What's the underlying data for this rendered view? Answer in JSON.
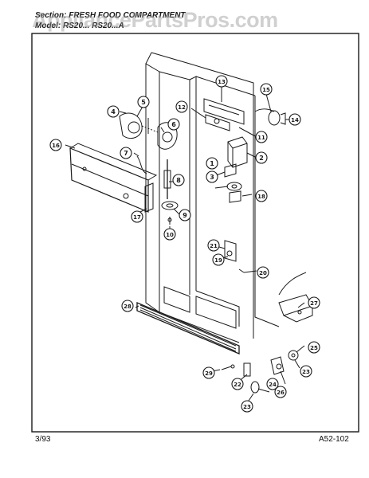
{
  "header": {
    "section_line": "Section: FRESH FOOD COMPARTMENT",
    "model_line": "Model: RS20...  RS20...A"
  },
  "watermark": "AppliancePartsPros.com",
  "footer": {
    "date": "3/93",
    "code": "A52-102"
  },
  "callouts": [
    {
      "num": "1"
    },
    {
      "num": "2"
    },
    {
      "num": "3"
    },
    {
      "num": "4"
    },
    {
      "num": "5"
    },
    {
      "num": "6"
    },
    {
      "num": "7"
    },
    {
      "num": "8"
    },
    {
      "num": "9"
    },
    {
      "num": "10"
    },
    {
      "num": "11"
    },
    {
      "num": "12"
    },
    {
      "num": "13"
    },
    {
      "num": "14"
    },
    {
      "num": "15"
    },
    {
      "num": "16"
    },
    {
      "num": "17"
    },
    {
      "num": "18"
    },
    {
      "num": "19"
    },
    {
      "num": "20"
    },
    {
      "num": "21"
    },
    {
      "num": "22"
    },
    {
      "num": "23"
    },
    {
      "num": "23"
    },
    {
      "num": "24"
    },
    {
      "num": "25"
    },
    {
      "num": "26"
    },
    {
      "num": "27"
    },
    {
      "num": "28"
    },
    {
      "num": "29"
    }
  ],
  "colors": {
    "ink": "#1a1a1a",
    "paper": "#ffffff",
    "watermark": "#969696"
  }
}
